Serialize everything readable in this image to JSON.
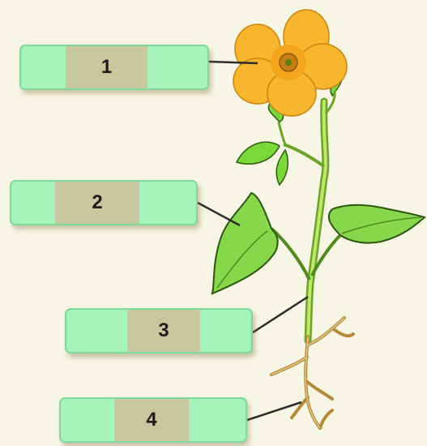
{
  "labels": [
    {
      "id": "1",
      "text": "1"
    },
    {
      "id": "2",
      "text": "2"
    },
    {
      "id": "3",
      "text": "3"
    },
    {
      "id": "4",
      "text": "4"
    }
  ],
  "colors": {
    "background": "#f7f5e3",
    "box": "#a8f2bb",
    "box_border": "#7fd99a",
    "label_inner": "#c8c89e",
    "petal": "#f8b62e",
    "leaf": "#7ad83a",
    "stem": "#9ad23a",
    "root": "#c8a25a",
    "pointer": "#2b2b2b"
  }
}
